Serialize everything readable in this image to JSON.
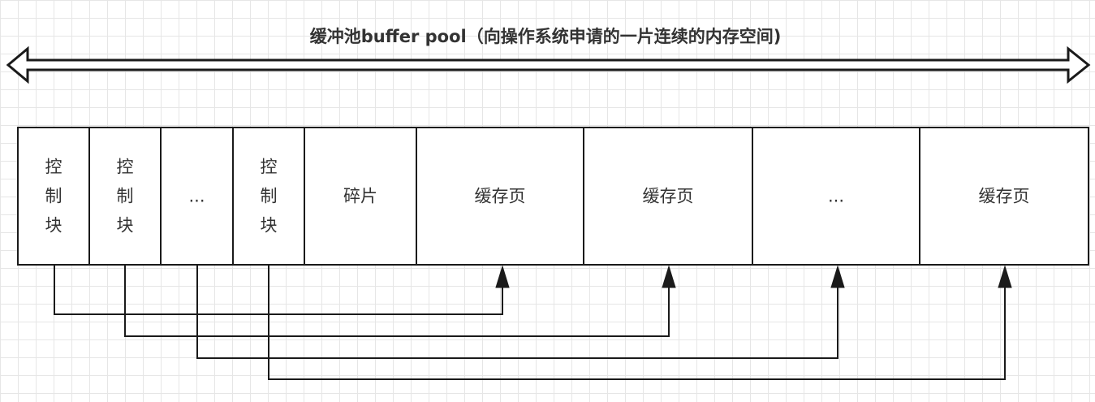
{
  "diagram": {
    "title": "缓冲池buffer pool（向操作系统申请的一片连续的内存空间)",
    "cells": [
      {
        "id": "control-block-1",
        "lines": [
          "控",
          "制",
          "块"
        ]
      },
      {
        "id": "control-block-2",
        "lines": [
          "控",
          "制",
          "块"
        ]
      },
      {
        "id": "control-block-ellipsis",
        "lines": [
          "..."
        ]
      },
      {
        "id": "control-block-n",
        "lines": [
          "控",
          "制",
          "块"
        ]
      },
      {
        "id": "fragment",
        "lines": [
          "碎片"
        ]
      },
      {
        "id": "cache-page-1",
        "lines": [
          "缓存页"
        ]
      },
      {
        "id": "cache-page-2",
        "lines": [
          "缓存页"
        ]
      },
      {
        "id": "cache-page-ellipsis",
        "lines": [
          "..."
        ]
      },
      {
        "id": "cache-page-n",
        "lines": [
          "缓存页"
        ]
      }
    ],
    "links": [
      {
        "from": "control-block-1",
        "to": "cache-page-1"
      },
      {
        "from": "control-block-2",
        "to": "cache-page-2"
      },
      {
        "from": "control-block-ellipsis",
        "to": "cache-page-ellipsis"
      },
      {
        "from": "control-block-n",
        "to": "cache-page-n"
      }
    ],
    "colors": {
      "stroke": "#1a1a1a",
      "text": "#333333",
      "grid": "#e6e6e6"
    }
  }
}
